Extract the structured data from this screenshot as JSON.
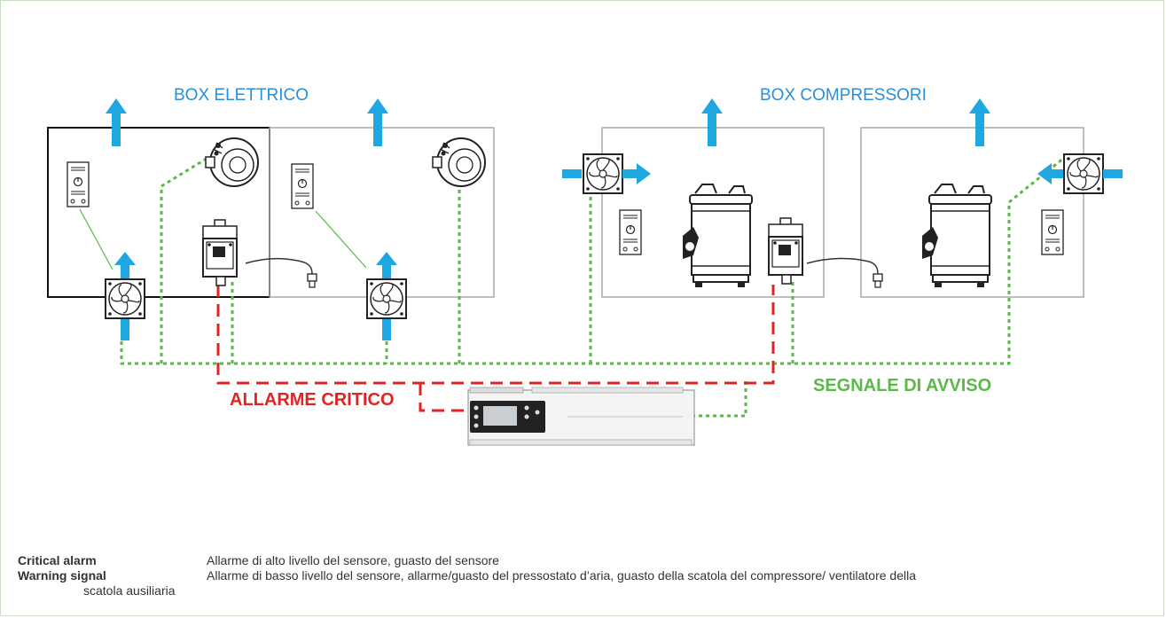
{
  "zones": {
    "electric_box_title": "BOX ELETTRICO",
    "compressor_box_title": "BOX COMPRESSORI"
  },
  "signals": {
    "critical_label": "ALLARME CRITICO",
    "warning_label": "SEGNALE DI AVVISO",
    "critical_color": "#e02424",
    "warning_color": "#5ab947",
    "airflow_color": "#1ea7e1"
  },
  "legend": {
    "critical_term": "Critical alarm",
    "critical_desc": "Allarme di alto livello del sensore, guasto del sensore",
    "warning_term": "Warning signal",
    "warning_desc_line1": "Allarme di basso livello del sensore, allarme/guasto del pressostato d’aria, guasto della scatola del compressore/ ventilatore della",
    "warning_desc_line2": "scatola ausiliaria"
  },
  "icons": [
    "up-arrow-icon",
    "fan-icon",
    "thermostat-icon",
    "compressor-icon",
    "gas-sensor-icon",
    "probe-icon",
    "controller-icon"
  ]
}
